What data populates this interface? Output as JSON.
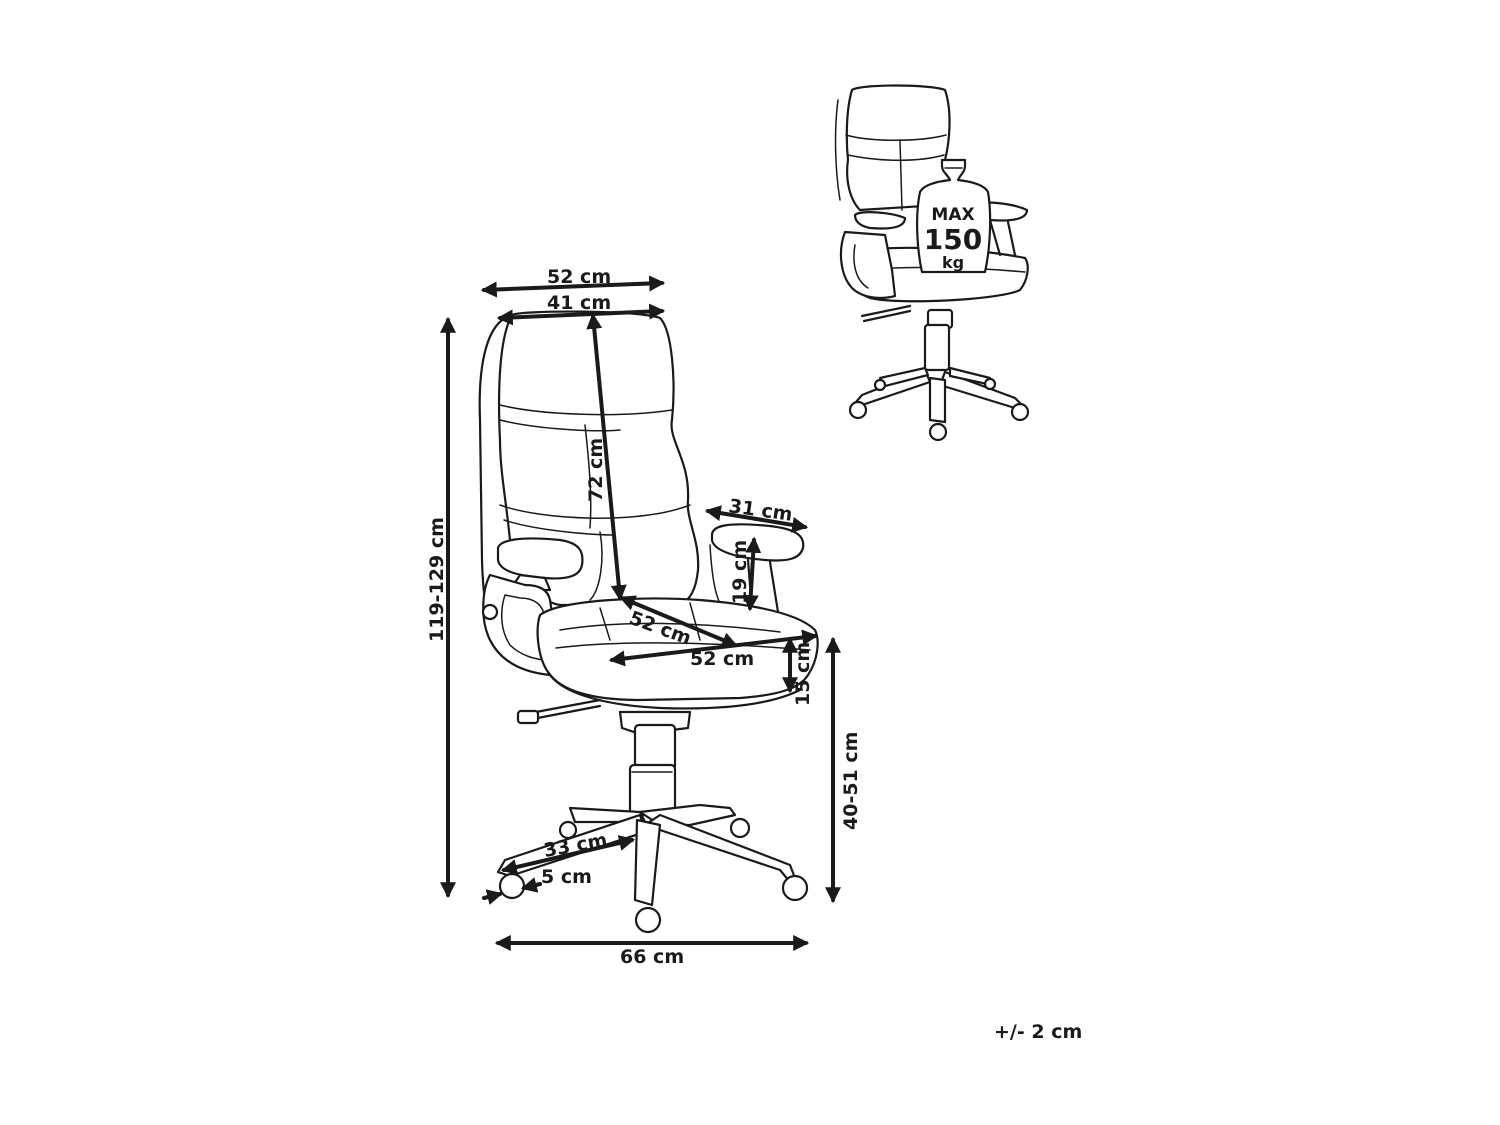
{
  "dimensions": {
    "total_width": "52 cm",
    "backrest_width": "41 cm",
    "total_height": "119-129 cm",
    "backrest_height": "72 cm",
    "armrest_length": "31 cm",
    "armrest_height": "19 cm",
    "seat_depth": "52 cm",
    "seat_width": "52 cm",
    "seat_thickness": "15 cm",
    "seat_height": "40-51 cm",
    "leg_length": "33 cm",
    "wheel_size": "5 cm",
    "base_width": "66 cm"
  },
  "badge": {
    "top": "MAX",
    "value": "150",
    "unit": "kg"
  },
  "tolerance": "+/- 2 cm"
}
